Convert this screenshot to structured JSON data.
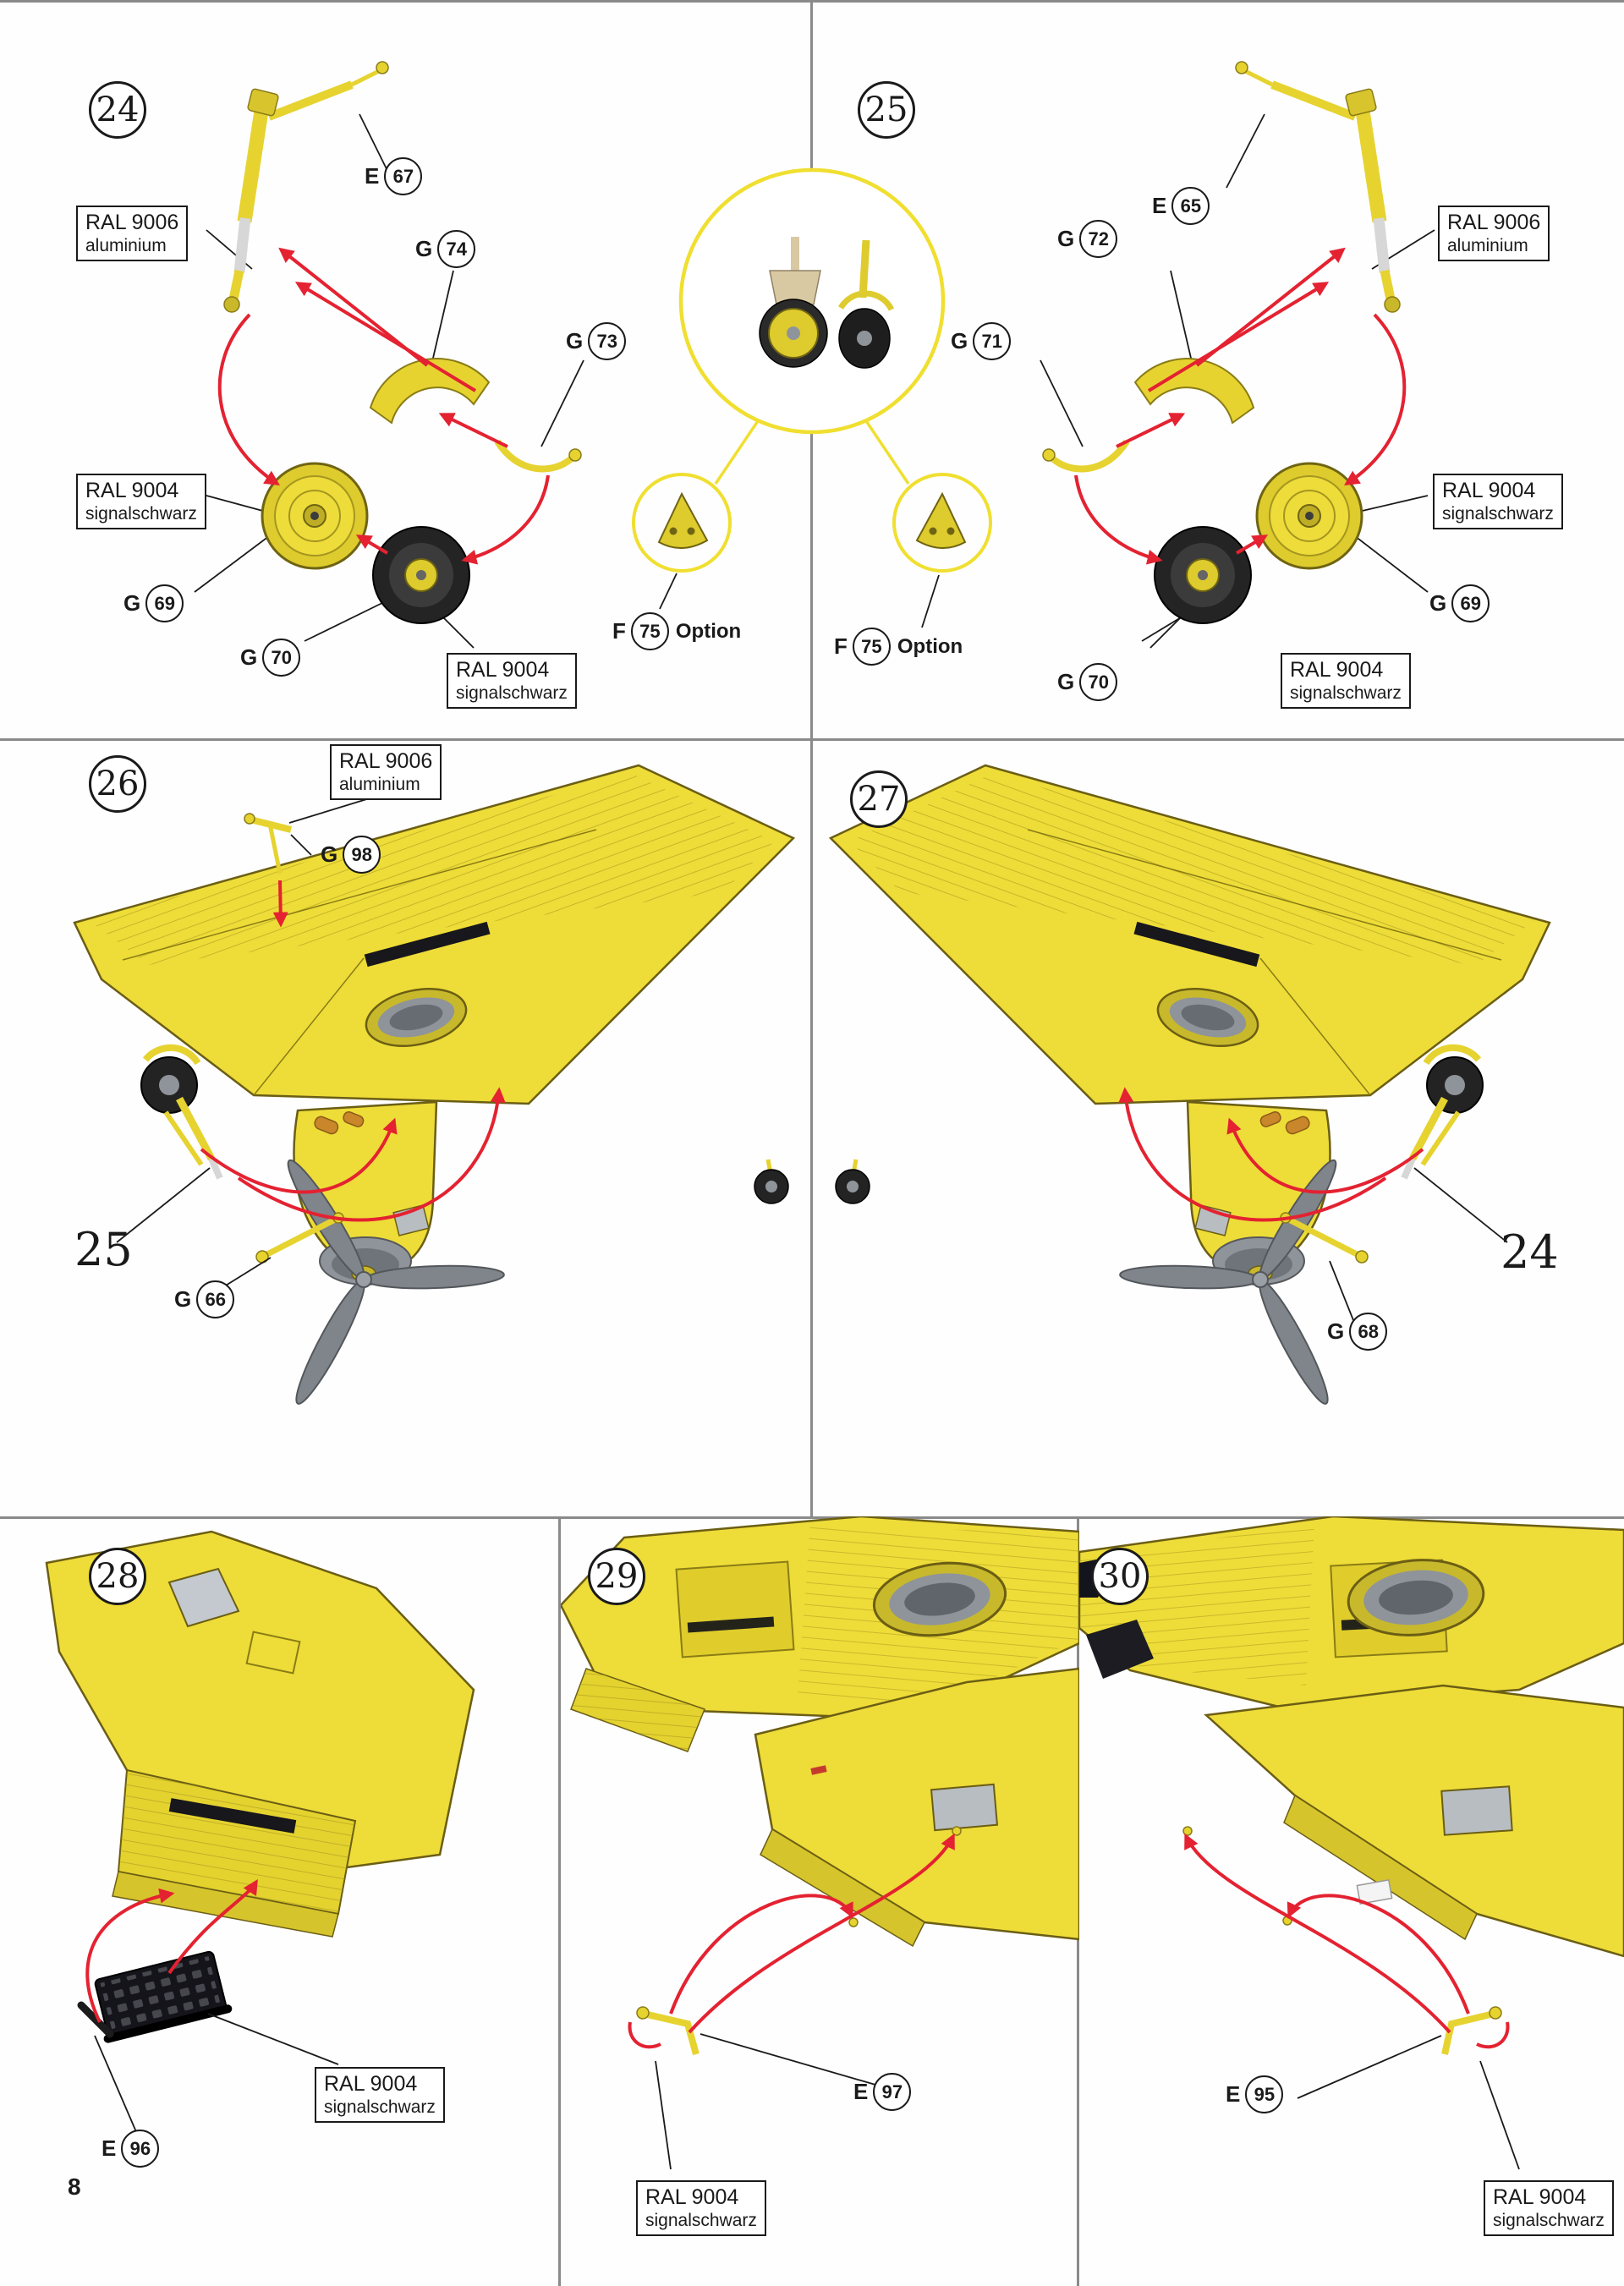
{
  "page": {
    "number": "8"
  },
  "colors": {
    "aircraft_yellow": "#eedc38",
    "arrow_red": "#e42231",
    "highlight_yellow": "#f0df30",
    "divider_gray": "#8a8a8a",
    "tire_black": "#242424",
    "oleo_silver": "#d7d7d7"
  },
  "panel24": {
    "step": "24",
    "e": {
      "letter": "E",
      "num": "67"
    },
    "g74": {
      "letter": "G",
      "num": "74"
    },
    "g73": {
      "letter": "G",
      "num": "73"
    },
    "g69": {
      "letter": "G",
      "num": "69"
    },
    "g70": {
      "letter": "G",
      "num": "70"
    },
    "f75": {
      "letter": "F",
      "num": "75",
      "option": "Option"
    },
    "ral9006": {
      "l1": "RAL 9006",
      "l2": "aluminium"
    },
    "ral9004_wheel": {
      "l1": "RAL 9004",
      "l2": "signalschwarz"
    },
    "ral9004_tire": {
      "l1": "RAL 9004",
      "l2": "signalschwarz"
    }
  },
  "panel25": {
    "step": "25",
    "e": {
      "letter": "E",
      "num": "65"
    },
    "g72": {
      "letter": "G",
      "num": "72"
    },
    "g71": {
      "letter": "G",
      "num": "71"
    },
    "g69": {
      "letter": "G",
      "num": "69"
    },
    "g70": {
      "letter": "G",
      "num": "70"
    },
    "f75": {
      "letter": "F",
      "num": "75",
      "option": "Option"
    },
    "ral9006": {
      "l1": "RAL 9006",
      "l2": "aluminium"
    },
    "ral9004_wheel": {
      "l1": "RAL 9004",
      "l2": "signalschwarz"
    },
    "ral9004_tire": {
      "l1": "RAL 9004",
      "l2": "signalschwarz"
    }
  },
  "panel26": {
    "step": "26",
    "ral9006": {
      "l1": "RAL 9006",
      "l2": "aluminium"
    },
    "g98": {
      "letter": "G",
      "num": "98"
    },
    "gear_ref": "25",
    "g66": {
      "letter": "G",
      "num": "66"
    }
  },
  "panel27": {
    "step": "27",
    "gear_ref": "24",
    "g68": {
      "letter": "G",
      "num": "68"
    }
  },
  "panel28": {
    "step": "28",
    "ral9004": {
      "l1": "RAL 9004",
      "l2": "signalschwarz"
    },
    "e96": {
      "letter": "E",
      "num": "96"
    }
  },
  "panel29": {
    "step": "29",
    "e97": {
      "letter": "E",
      "num": "97"
    },
    "ral9004": {
      "l1": "RAL 9004",
      "l2": "signalschwarz"
    }
  },
  "panel30": {
    "step": "30",
    "e95": {
      "letter": "E",
      "num": "95"
    },
    "ral9004": {
      "l1": "RAL 9004",
      "l2": "signalschwarz"
    }
  }
}
